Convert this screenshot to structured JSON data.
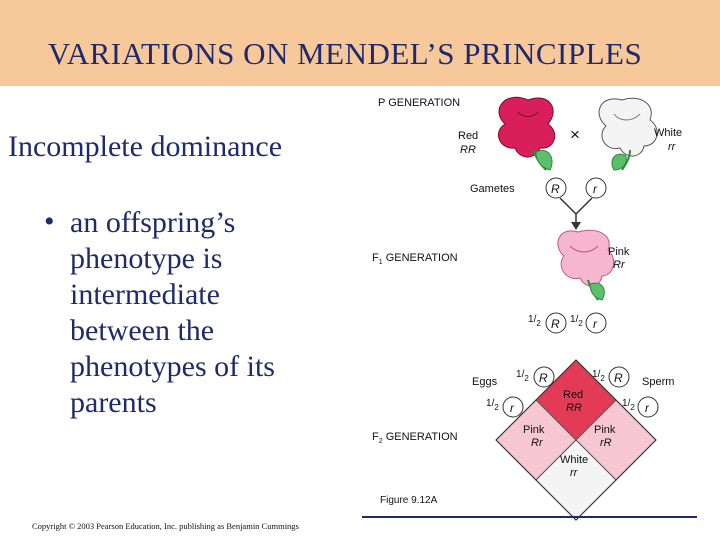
{
  "slide": {
    "title": "VARIATIONS ON MENDEL’S PRINCIPLES",
    "subtitle": "Incomplete dominance",
    "bullet_symbol": "•",
    "body_lines": [
      "an offspring’s",
      "phenotype  is",
      "intermediate",
      "between the",
      "phenotypes of its",
      "parents"
    ],
    "copyright": "Copyright © 2003 Pearson Education, Inc. publishing as Benjamin Cummings"
  },
  "diagram": {
    "p_generation": "P GENERATION",
    "red_label": "Red",
    "red_genotype": "RR",
    "white_label": "White",
    "white_genotype": "rr",
    "cross_symbol": "×",
    "gametes": "Gametes",
    "gamete_r_upper": "R",
    "gamete_r_lower": "r",
    "f1_prefix": "F",
    "f1_sub": "1",
    "f1_suffix": " GENERATION",
    "pink_label": "Pink",
    "pink_genotype": "Rr",
    "frac_num": "1",
    "frac_den": "2",
    "eggs": "Eggs",
    "sperm": "Sperm",
    "f2_prefix": "F",
    "f2_sub": "2",
    "f2_suffix": " GENERATION",
    "cell_top_label": "Red",
    "cell_top_genotype": "RR",
    "cell_left_label": "Pink",
    "cell_left_genotype": "Rr",
    "cell_right_label": "Pink",
    "cell_right_genotype": "rR",
    "cell_bottom_label": "White",
    "cell_bottom_genotype": "rr",
    "figure": "Figure 9.12A"
  },
  "colors": {
    "title_bar": "#f7c89a",
    "text_blue": "#1e2a6b",
    "red_flower": "#d81e5b",
    "pink_flower": "#f6b6cf",
    "white_flower": "#f4f4f4",
    "leaf_green": "#5cbf6a",
    "cell_red": "#e33b55",
    "cell_pink": "#f6c6d2",
    "cell_white": "#f4f4f4"
  }
}
